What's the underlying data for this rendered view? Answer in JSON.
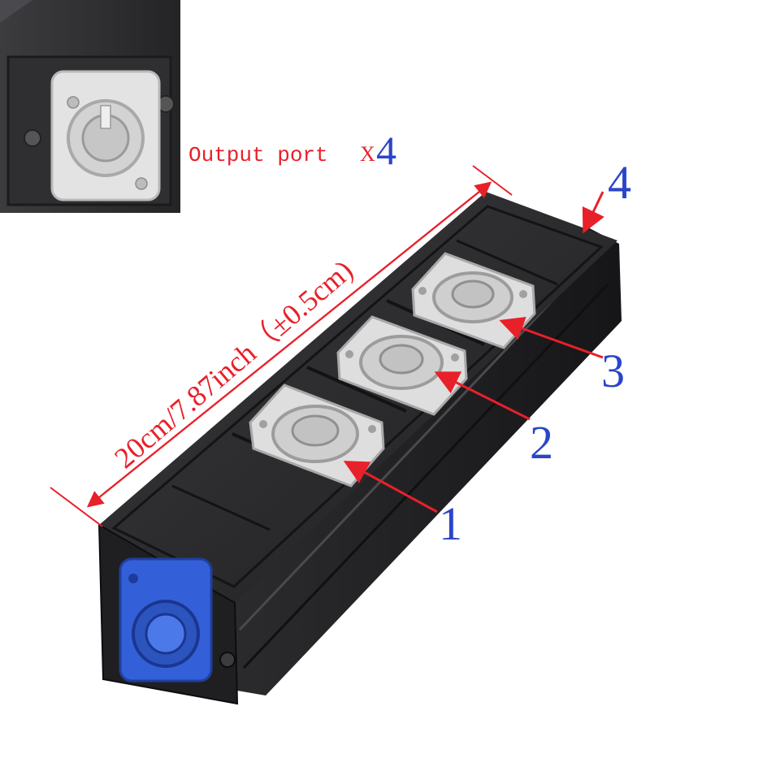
{
  "dimension": {
    "text": "20cm/7.87inch（±0.5cm)",
    "color": "#e8202a"
  },
  "inset_caption": {
    "prefix": "Output port",
    "multiplier": "X",
    "count": "4",
    "prefix_color": "#e8202a",
    "count_color": "#2b45c8"
  },
  "callouts": [
    {
      "number": "1"
    },
    {
      "number": "2"
    },
    {
      "number": "3"
    },
    {
      "number": "4"
    }
  ],
  "colors": {
    "callout_number": "#2b45c8",
    "arrow": "#e8202a",
    "housing": "#2a2a2c",
    "connector_grey": "#cfcfcf",
    "connector_blue": "#2e5bd4"
  }
}
